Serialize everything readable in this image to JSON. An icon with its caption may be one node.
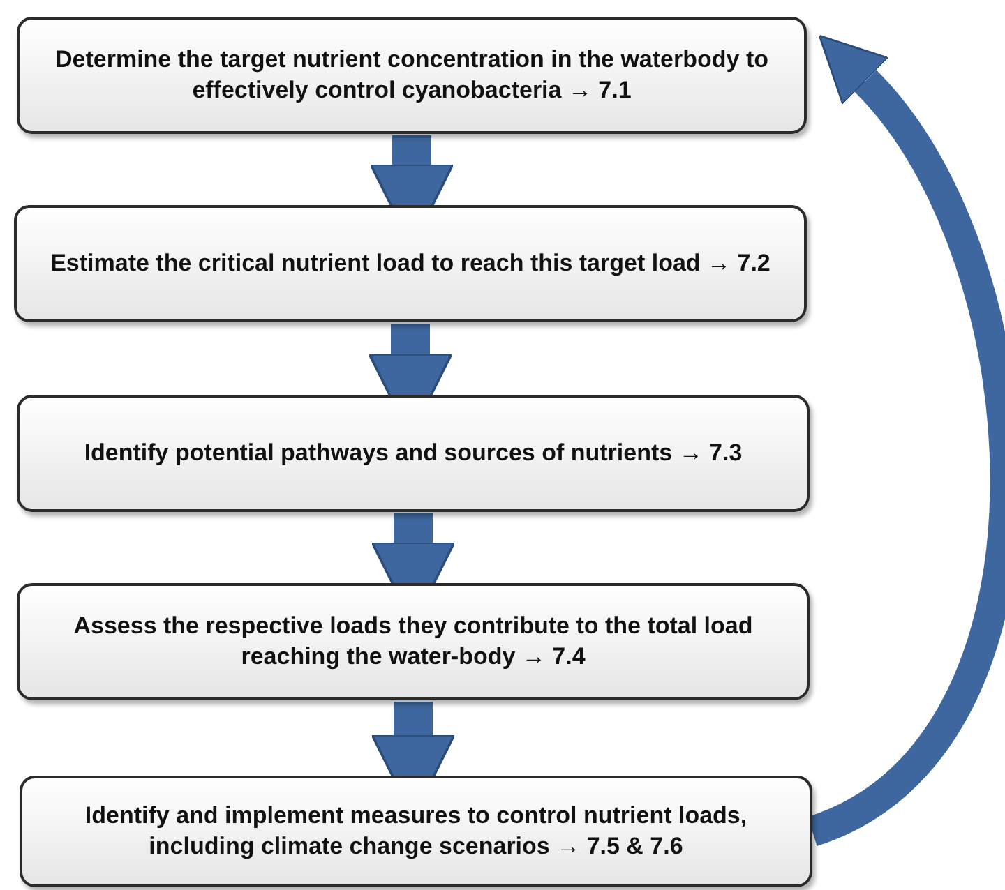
{
  "diagram": {
    "nodes": [
      {
        "text": [
          "Determine the target nutrient concentration in the waterbody to effectively control cyanobacteria  → 7.1"
        ]
      },
      {
        "text": [
          "Estimate the critical nutrient load to reach this target load → 7.2"
        ]
      },
      {
        "text": [
          "Identify potential pathways and sources of nutrients → 7.3"
        ]
      },
      {
        "text": [
          "Assess the respective loads they contribute to the total load reaching the water-body → 7.4"
        ]
      },
      {
        "text": [
          "Identify and implement measures to control nutrient loads, including climate change scenarios → 7.5 & 7.6"
        ]
      }
    ],
    "edges": [
      {
        "from": 0,
        "to": 1,
        "arrow": "to"
      },
      {
        "from": 1,
        "to": 2,
        "arrow": "to"
      },
      {
        "from": 2,
        "to": 3,
        "arrow": "to"
      },
      {
        "from": 3,
        "to": 4,
        "arrow": "to"
      },
      {
        "from": 4,
        "to": 0,
        "arrow": "to"
      }
    ]
  }
}
